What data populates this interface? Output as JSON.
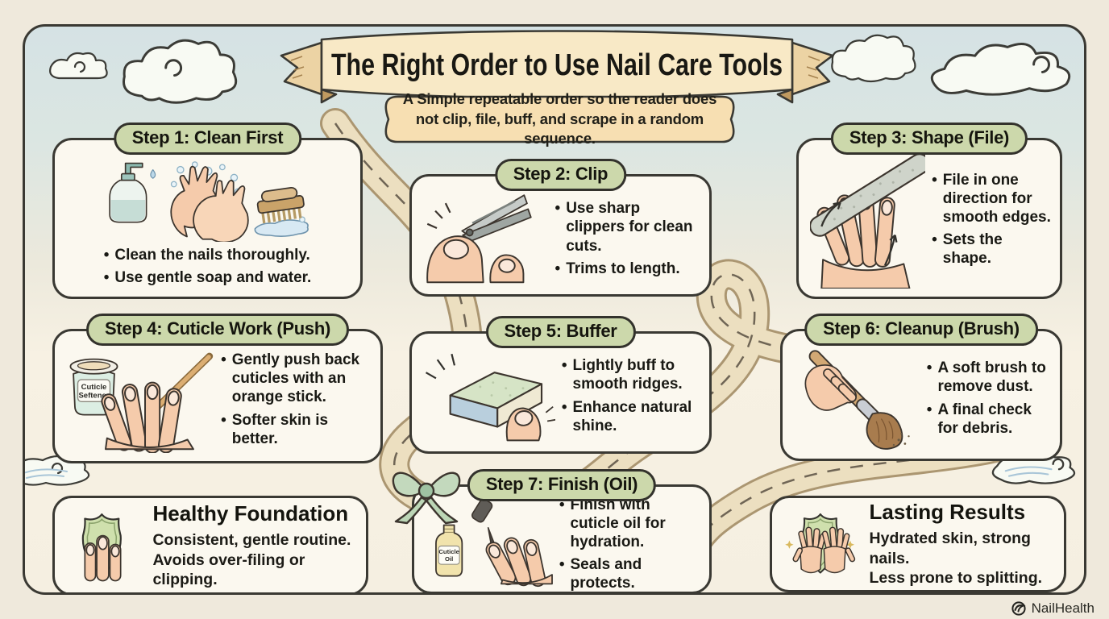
{
  "page": {
    "title": "The Right Order to Use Nail Care Tools",
    "subtitle": "A Simple repeatable order so the reader does not clip, file, buff, and scrape in a random sequence.",
    "brand": "NailHealth"
  },
  "glyphs": {
    "bullet": "•"
  },
  "steps": [
    {
      "title": "Step 1: Clean First",
      "bullets": [
        "Clean the nails thoroughly.",
        "Use gentle soap and water."
      ]
    },
    {
      "title": "Step 2: Clip",
      "bullets": [
        "Use sharp clippers for clean cuts.",
        "Trims to length."
      ]
    },
    {
      "title": "Step 3: Shape (File)",
      "bullets": [
        "File in one direction for smooth edges.",
        "Sets the shape."
      ]
    },
    {
      "title": "Step 4: Cuticle Work (Push)",
      "bullets": [
        "Gently push back cuticles with an orange stick.",
        "Softer skin is better."
      ],
      "jar_label_1": "Cuticle",
      "jar_label_2": "Seftener"
    },
    {
      "title": "Step 5: Buffer",
      "bullets": [
        "Lightly buff to smooth ridges.",
        "Enhance natural shine."
      ]
    },
    {
      "title": "Step 6: Cleanup (Brush)",
      "bullets": [
        "A soft brush to remove dust.",
        "A final check for debris."
      ]
    },
    {
      "title": "Step 7: Finish (Oil)",
      "bullets": [
        "Finish with cuticle oil for hydration.",
        "Seals and protects."
      ],
      "bottle_label_1": "Cuticle",
      "bottle_label_2": "Oil"
    }
  ],
  "summaries": [
    {
      "title": "Healthy Foundation",
      "lines": [
        "Consistent, gentle routine.",
        "Avoids over-filing or clipping."
      ]
    },
    {
      "title": "Lasting Results",
      "lines": [
        "Hydrated skin, strong nails.",
        "Less prone to splitting."
      ]
    }
  ],
  "icons": {
    "soap-bottle-icon": "pump soap bottle",
    "washing-hands-icon": "hands washing with bubbles",
    "scrub-brush-icon": "nail scrub brush on water",
    "nail-clipper-icon": "nail clippers trimming a nail",
    "nail-file-icon": "nail file over fingers with arrows",
    "cuticle-softener-jar-icon": "jar of cuticle softener",
    "orange-stick-icon": "orange stick pushing cuticles",
    "buffer-block-icon": "four-sided buffer block",
    "dusting-brush-icon": "soft dusting brush in hand",
    "cuticle-oil-bottle-icon": "cuticle oil bottle with brush",
    "bow-icon": "green ribbon bow",
    "shield-icon": "protective shield",
    "sparkle-icon": "sparkle stars",
    "cloud-icon": "hand-drawn cloud",
    "road-path": "winding road connecting steps",
    "brand-swirl-icon": "circular swoosh logo"
  },
  "colors": {
    "ink": "#3a3933",
    "pill_green": "#ccd8ab",
    "card_bg": "#fbf8ef",
    "banner_tan": "#f8e9c6",
    "subtitle_tan": "#f7dfb2",
    "road_beige": "#ecdfc0",
    "sky_blue": "#d5e2e4",
    "skin": "#f5cbab",
    "shield_green": "#cfe0ad"
  }
}
